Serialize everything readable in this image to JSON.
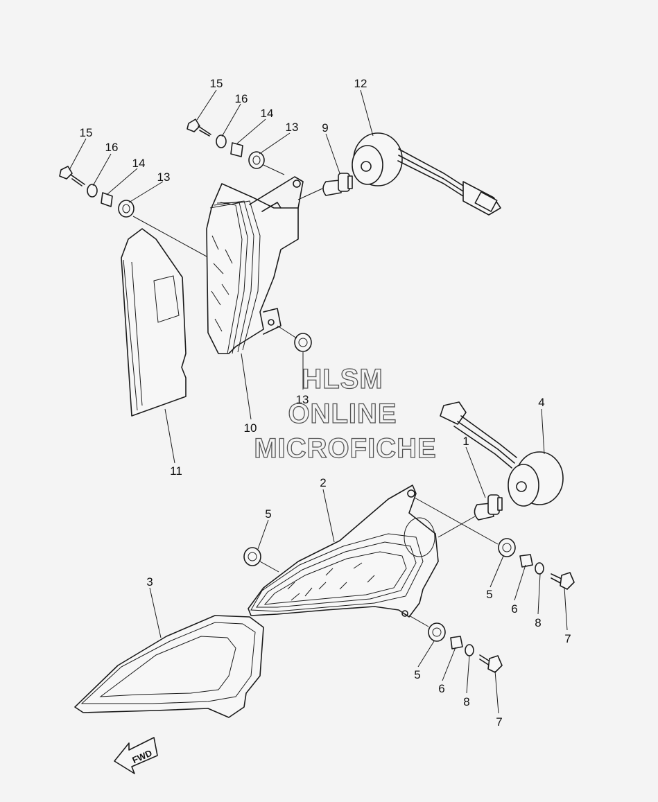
{
  "watermark": {
    "line1": "HLSM",
    "line2": "ONLINE",
    "line3": "MICROFICHE"
  },
  "direction_arrow": {
    "label": "FWD"
  },
  "part_labels": {
    "p1": "1",
    "p2": "2",
    "p3": "3",
    "p4": "4",
    "p5a": "5",
    "p5b": "5",
    "p6a": "6",
    "p6b": "6",
    "p7a": "7",
    "p7b": "7",
    "p8a": "8",
    "p8b": "8",
    "p9": "9",
    "p10": "10",
    "p11": "11",
    "p12": "12",
    "p13a": "13",
    "p13b": "13",
    "p13c": "13",
    "p14a": "14",
    "p14b": "14",
    "p15a": "15",
    "p15b": "15",
    "p16a": "16",
    "p16b": "16"
  }
}
